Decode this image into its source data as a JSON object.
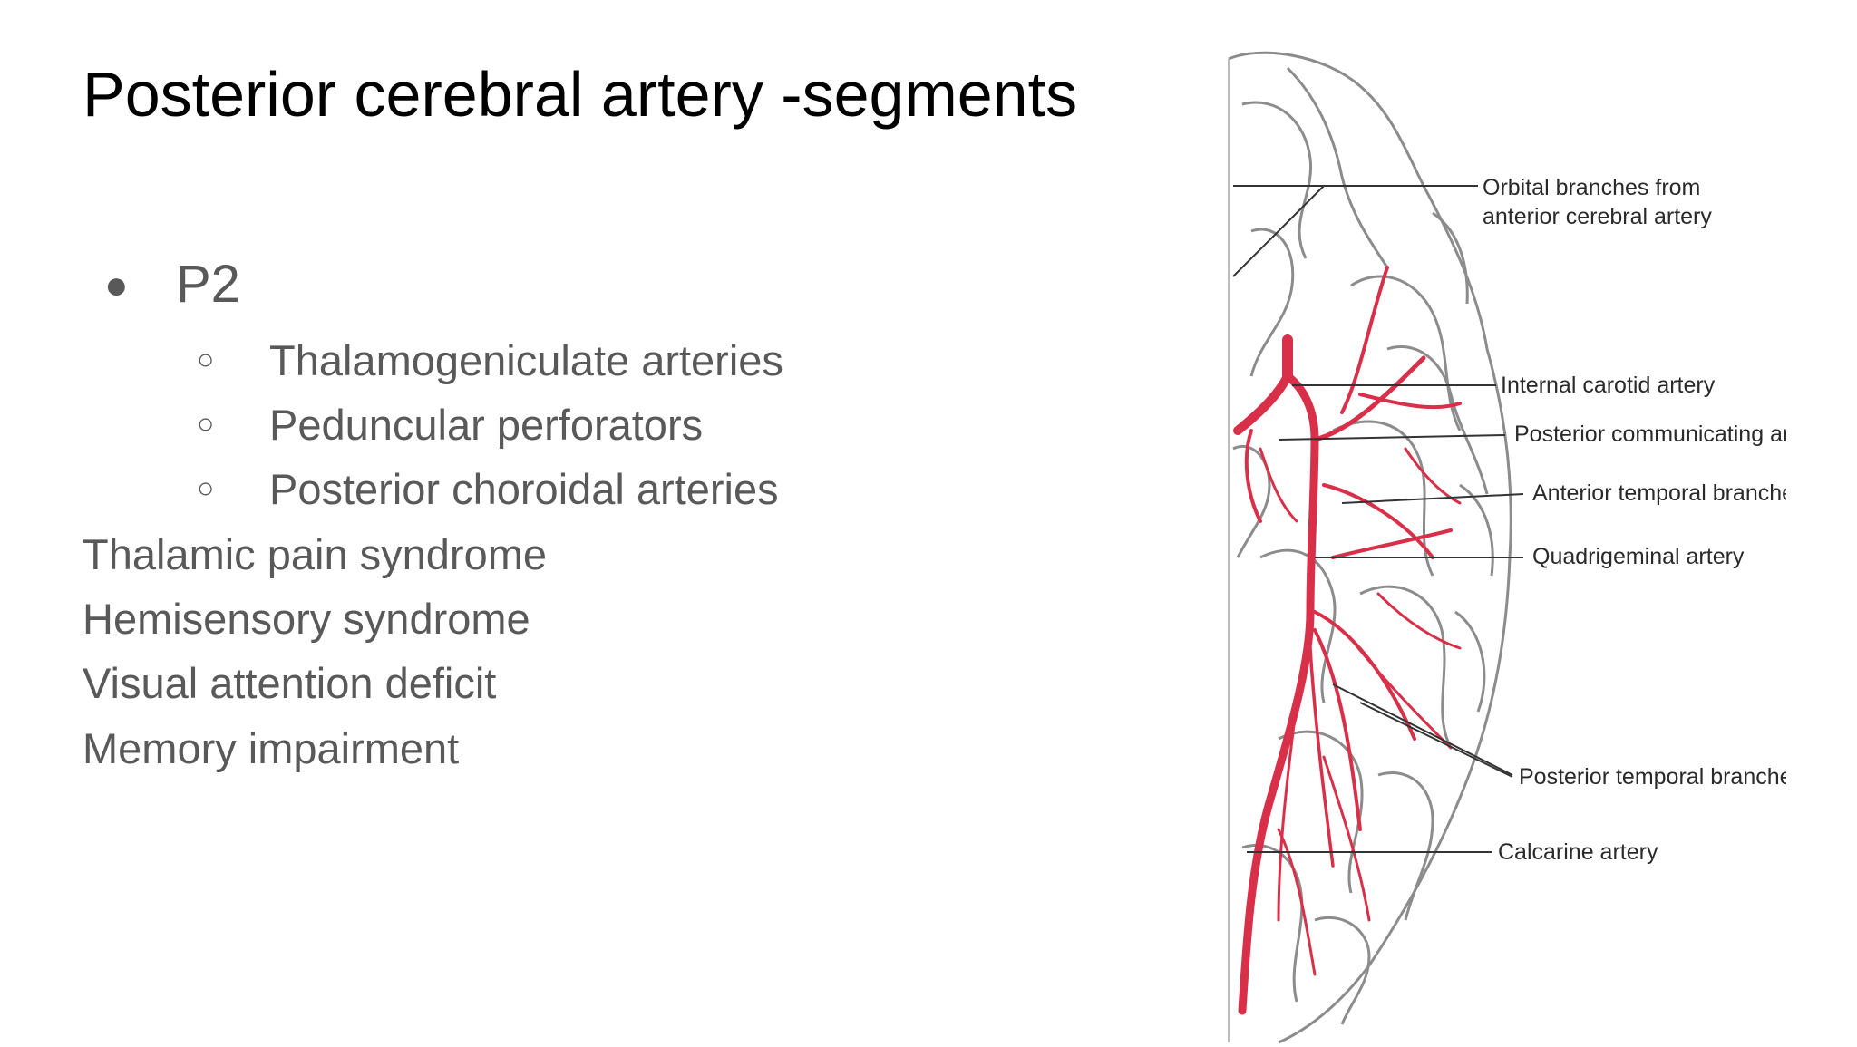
{
  "slide": {
    "title": "Posterior cerebral artery -segments",
    "bullet_main": "P2",
    "sub_items": [
      "Thalamogeniculate arteries",
      "Peduncular perforators",
      "Posterior choroidal arteries"
    ],
    "plain_lines": [
      "Thalamic pain syndrome",
      "Hemisensory syndrome",
      "Visual attention deficit",
      "Memory impairment"
    ],
    "bullet_glyph": "●",
    "sub_bullet_glyph": "○"
  },
  "figure": {
    "labels": {
      "orbital_line1": "Orbital branches from",
      "orbital_line2": "anterior cerebral artery",
      "internal_carotid": "Internal carotid artery",
      "posterior_communicating": "Posterior communicating artery",
      "anterior_temporal": "Anterior temporal branches",
      "quadrigeminal": "Quadrigeminal artery",
      "posterior_temporal": "Posterior temporal branches",
      "calcarine": "Calcarine artery"
    },
    "colors": {
      "artery": "#d9304a",
      "artery_outline": "#9e1f33",
      "brain_outline": "#8c8c8c",
      "leader_line": "#333333"
    }
  }
}
